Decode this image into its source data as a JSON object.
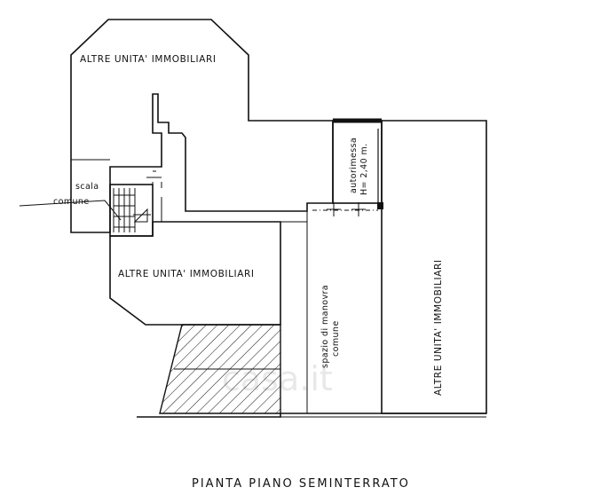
{
  "plan": {
    "title": "PIANTA PIANO SEMINTERRATO",
    "rooms": {
      "altre_top": "ALTRE UNITA' IMMOBILIARI",
      "altre_middle": "ALTRE UNITA' IMMOBILIARI",
      "altre_right": "ALTRE UNITA' IMMOBILIARI"
    },
    "garage": {
      "label": "autorimessa",
      "height": "H= 2,40 m."
    },
    "maneuver": {
      "line1": "spazio di manovra",
      "line2": "comune"
    },
    "stair": {
      "line1": "scala",
      "line2": "comune"
    },
    "watermark": "casa.it"
  }
}
